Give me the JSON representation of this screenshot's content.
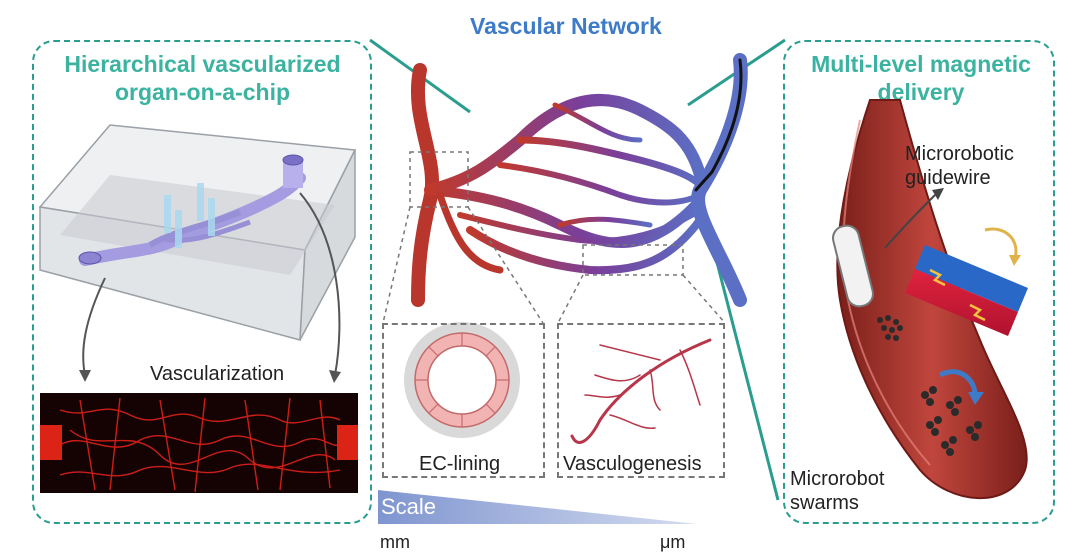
{
  "left_panel": {
    "title_line1": "Hierarchical vascularized",
    "title_line2": "organ-on-a-chip",
    "vascularization_label": "Vascularization"
  },
  "center": {
    "title": "Vascular Network",
    "ec_lining_label": "EC-lining",
    "vasculogenesis_label": "Vasculogenesis",
    "scale_label": "Scale",
    "scale_min": "mm",
    "scale_max": "μm"
  },
  "right_panel": {
    "title_line1": "Multi-level magnetic",
    "title_line2": "delivery",
    "guidewire_line1": "Microrobotic",
    "guidewire_line2": "guidewire",
    "swarms_line1": "Microrobot",
    "swarms_line2": "swarms"
  },
  "colors": {
    "teal": "#2a9d8f",
    "title_blue": "#3d7bc8",
    "artery_red": "#c0392b",
    "vein_blue": "#5b6fc4",
    "fluorescence_red": "#ff2a1a"
  },
  "icons": [
    "organ-chip-icon",
    "vascular-tree-icon",
    "ec-lining-icon",
    "capillary-icon",
    "vessel-icon",
    "magnet-icon",
    "guidewire-icon",
    "swarm-icon"
  ]
}
